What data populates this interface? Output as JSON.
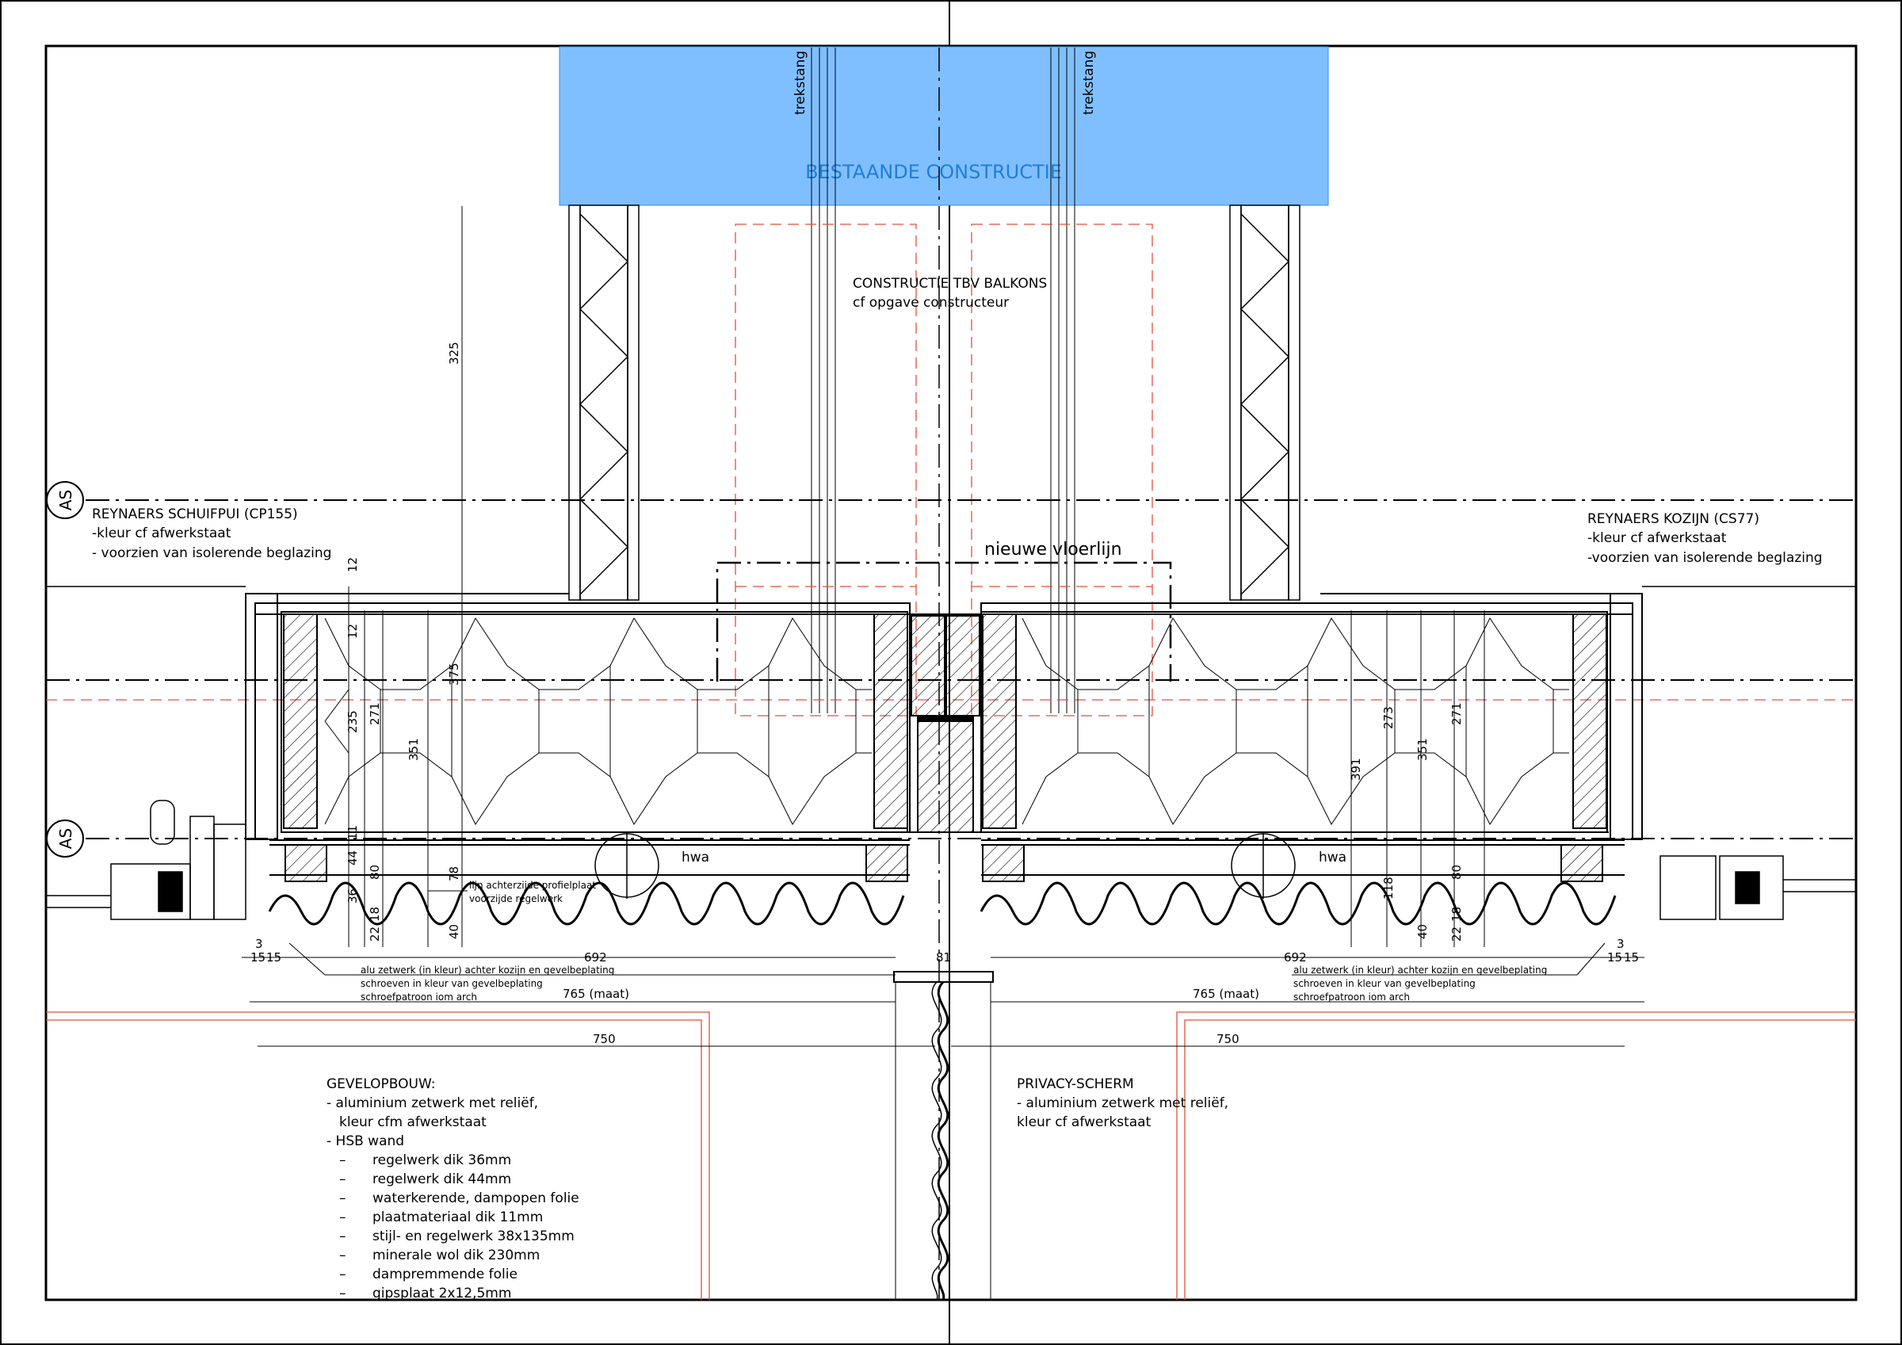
{
  "blocks": {
    "bestaande": "BESTAANDE CONSTRUCTIE",
    "trekstang_left": "trekstang",
    "trekstang_right": "trekstang",
    "constructie_title": "CONSTRUCTIE TBV BALKONS",
    "constructie_sub": "cf opgave constructeur",
    "nieuwe_vloerlijn": "nieuwe vloerlijn"
  },
  "axis_markers": [
    "AS",
    "AS"
  ],
  "left_window": {
    "title": "REYNAERS SCHUIFPUI (CP155)",
    "lines": [
      "-kleur cf afwerkstaat",
      "- voorzien van isolerende beglazing"
    ]
  },
  "right_window": {
    "title": "REYNAERS KOZIJN (CS77)",
    "lines": [
      "-kleur cf afwerkstaat",
      "-voorzien van isolerende beglazing"
    ]
  },
  "hwa": [
    "hwa",
    "hwa"
  ],
  "profile_note": [
    "lijn achterzijde profielplaat",
    "voorzijde regelwerk"
  ],
  "zetwerk_left": [
    "alu zetwerk (in kleur) achter kozijn en gevelbeplating",
    "schroeven in kleur van gevelbeplating",
    "schroefpatroon iom arch"
  ],
  "zetwerk_right": [
    "alu zetwerk (in kleur) achter kozijn en gevelbeplating",
    "schroeven in kleur van gevelbeplating",
    "schroefpatroon iom arch"
  ],
  "dims": {
    "d325": "325",
    "d12a": "12",
    "d12b": "12",
    "d375": "375",
    "d235": "235",
    "d271L": "271",
    "d351L": "351",
    "d11": "11",
    "d44": "44",
    "d80L": "80",
    "d78": "78",
    "d36": "36",
    "d22L": "22",
    "d18L": "18",
    "d40L": "40",
    "d3L": "3",
    "d15aL": "15",
    "d15bL": "15",
    "d692L": "692",
    "d81": "81",
    "d765L": "765 (maat)",
    "d750L": "750",
    "d391": "391",
    "d273": "273",
    "d351R": "351",
    "d271R": "271",
    "d118": "118",
    "d40R": "40",
    "d22R": "22",
    "d18R": "18",
    "d80R": "80",
    "d692R": "692",
    "d3R": "3",
    "d15aR": "15",
    "d15bR": "15",
    "d765R": "765 (maat)",
    "d750R": "750"
  },
  "gevelopbouw": {
    "title": "GEVELOPBOUW:",
    "lines": [
      "- aluminium zetwerk met reliëf,",
      "  kleur cfm afwerkstaat",
      "- HSB wand",
      "regelwerk dik 36mm",
      "regelwerk dik 44mm",
      "waterkerende, dampopen folie",
      "plaatmateriaal dik 11mm",
      "stijl- en regelwerk 38x135mm",
      "minerale wol dik 230mm",
      "dampremmende folie",
      "gipsplaat 2x12,5mm"
    ]
  },
  "privacy": {
    "title": "PRIVACY-SCHERM",
    "lines": [
      "- aluminium zetwerk met reliëf,",
      "kleur cf afwerkstaat"
    ]
  },
  "colors": {
    "concrete_fill": "#80bfff",
    "concrete_text": "#1f7fd6",
    "red_lines": "#e0503c"
  }
}
